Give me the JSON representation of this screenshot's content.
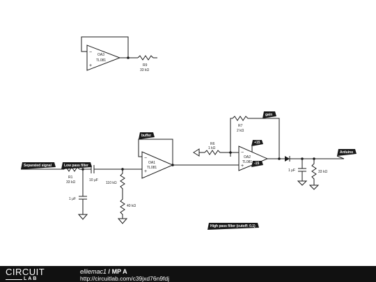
{
  "components": {
    "oa3": {
      "name": "OA3",
      "model": "TL081"
    },
    "oa1": {
      "name": "OA1",
      "model": "TL081"
    },
    "oa2": {
      "name": "OA2",
      "model": "TL081"
    },
    "r9": {
      "name": "R9",
      "value": "33 kΩ"
    },
    "r1": {
      "name": "R1",
      "value": "33 kΩ"
    },
    "r6": {
      "name": "R6",
      "value": "1 kΩ"
    },
    "r7": {
      "name": "R7",
      "value": "2 kΩ"
    },
    "c_series": {
      "value": "10 μF"
    },
    "c_lp": {
      "value": "1 μF"
    },
    "r_110k": {
      "value": "110 kΩ"
    },
    "r_40k": {
      "value": "40 kΩ"
    },
    "c_out": {
      "value": "1 μF"
    },
    "r_out": {
      "value": "33 kΩ"
    }
  },
  "flags": {
    "separated": "Separated signal",
    "lowpass": "Low pass filter",
    "buffer": "buffer",
    "gain": "gain",
    "vplus": "+15",
    "vminus": "-15",
    "arduino": "Arduino",
    "highpass": "High pass filter (cutoff: 0.1)"
  },
  "opamp_pins": {
    "minus": "−",
    "plus": "+"
  },
  "footer": {
    "logo_top": "CIRCUIT",
    "logo_bottom": "LAB",
    "author": "elliemac1",
    "separator": "/",
    "title": "MP A",
    "url": "http://circuitlab.com/c39jxd76n9fdj"
  }
}
